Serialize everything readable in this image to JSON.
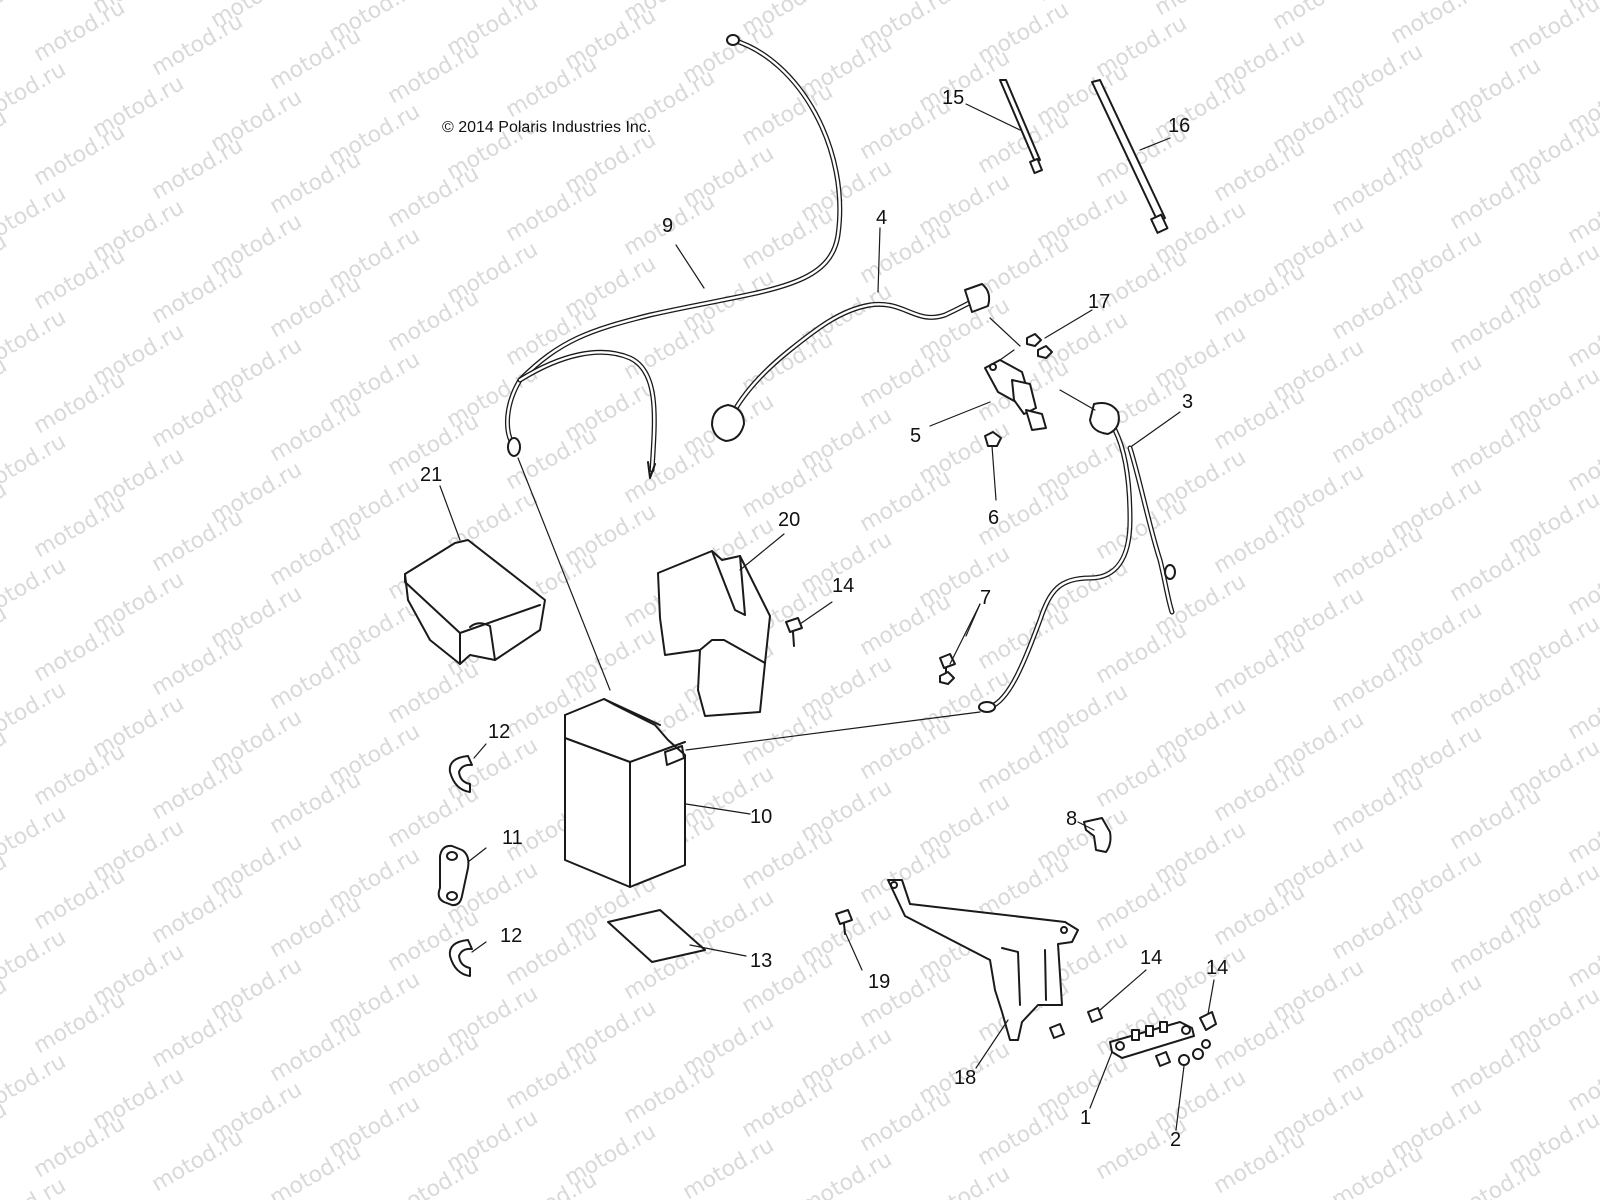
{
  "copyright": "© 2014 Polaris Industries Inc.",
  "watermark": "motod.ru",
  "callouts": {
    "c1": "1",
    "c2": "2",
    "c3": "3",
    "c4": "4",
    "c5": "5",
    "c6": "6",
    "c7": "7",
    "c8": "8",
    "c9": "9",
    "c10": "10",
    "c11": "11",
    "c12a": "12",
    "c12b": "12",
    "c13": "13",
    "c14a": "14",
    "c14b": "14",
    "c14c": "14",
    "c15": "15",
    "c16": "16",
    "c17": "17",
    "c18": "18",
    "c19": "19",
    "c20": "20",
    "c21": "21"
  },
  "colors": {
    "ink": "#1a1a1a",
    "watermark": "#d9d9d9",
    "background": "#ffffff"
  }
}
